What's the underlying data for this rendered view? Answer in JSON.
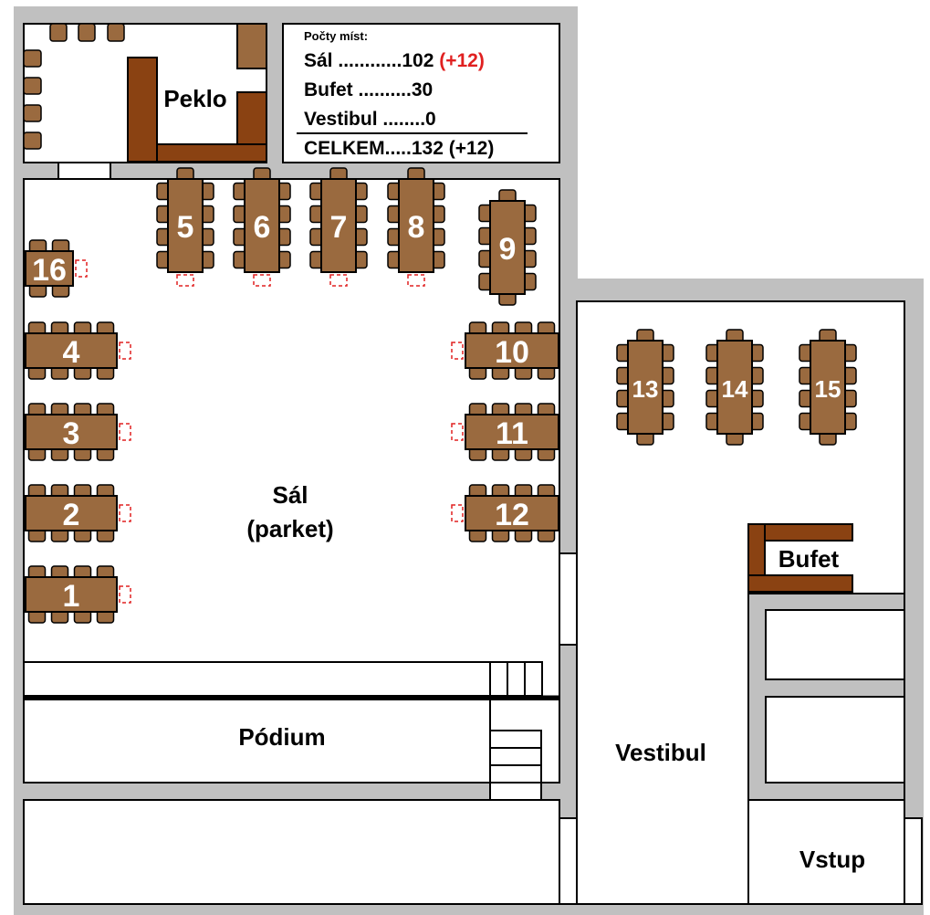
{
  "colors": {
    "wall": "#c0c0c0",
    "floor": "#ffffff",
    "table": "#9a6a3f",
    "furniture_dark": "#8a4212",
    "extra_seat": "#e02020",
    "number": "#ffffff"
  },
  "rooms": {
    "hell": "Peklo",
    "hall": "Sál",
    "hall_sub": "(parket)",
    "stage": "Pódium",
    "lobby": "Vestibul",
    "buffet": "Bufet",
    "entrance": "Vstup"
  },
  "legend": {
    "title": "Počty míst:",
    "rows": [
      {
        "label": "Sál ............102",
        "extra": "(+12)"
      },
      {
        "label": "Bufet ..........30",
        "extra": ""
      },
      {
        "label": "Vestibul ........0",
        "extra": ""
      }
    ],
    "total": "CELKEM.....132 (+12)"
  },
  "tables": [
    {
      "id": "1",
      "orientation": "horizontal",
      "seats_per_side": 4,
      "extra_seats": 1
    },
    {
      "id": "2",
      "orientation": "horizontal",
      "seats_per_side": 4,
      "extra_seats": 1
    },
    {
      "id": "3",
      "orientation": "horizontal",
      "seats_per_side": 4,
      "extra_seats": 1
    },
    {
      "id": "4",
      "orientation": "horizontal",
      "seats_per_side": 4,
      "extra_seats": 1
    },
    {
      "id": "5",
      "orientation": "vertical",
      "seats_per_side": 4,
      "extra_seats": 1
    },
    {
      "id": "6",
      "orientation": "vertical",
      "seats_per_side": 4,
      "extra_seats": 1
    },
    {
      "id": "7",
      "orientation": "vertical",
      "seats_per_side": 4,
      "extra_seats": 1
    },
    {
      "id": "8",
      "orientation": "vertical",
      "seats_per_side": 4,
      "extra_seats": 1
    },
    {
      "id": "9",
      "orientation": "vertical",
      "seats_per_side": 4,
      "extra_seats": 0
    },
    {
      "id": "10",
      "orientation": "horizontal",
      "seats_per_side": 4,
      "extra_seats": 1
    },
    {
      "id": "11",
      "orientation": "horizontal",
      "seats_per_side": 4,
      "extra_seats": 1
    },
    {
      "id": "12",
      "orientation": "horizontal",
      "seats_per_side": 4,
      "extra_seats": 1
    },
    {
      "id": "13",
      "orientation": "vertical",
      "seats_per_side": 4,
      "extra_seats": 0
    },
    {
      "id": "14",
      "orientation": "vertical",
      "seats_per_side": 4,
      "extra_seats": 0
    },
    {
      "id": "15",
      "orientation": "vertical",
      "seats_per_side": 4,
      "extra_seats": 0
    },
    {
      "id": "16",
      "orientation": "horizontal",
      "seats_per_side": 2,
      "extra_seats": 1
    }
  ]
}
